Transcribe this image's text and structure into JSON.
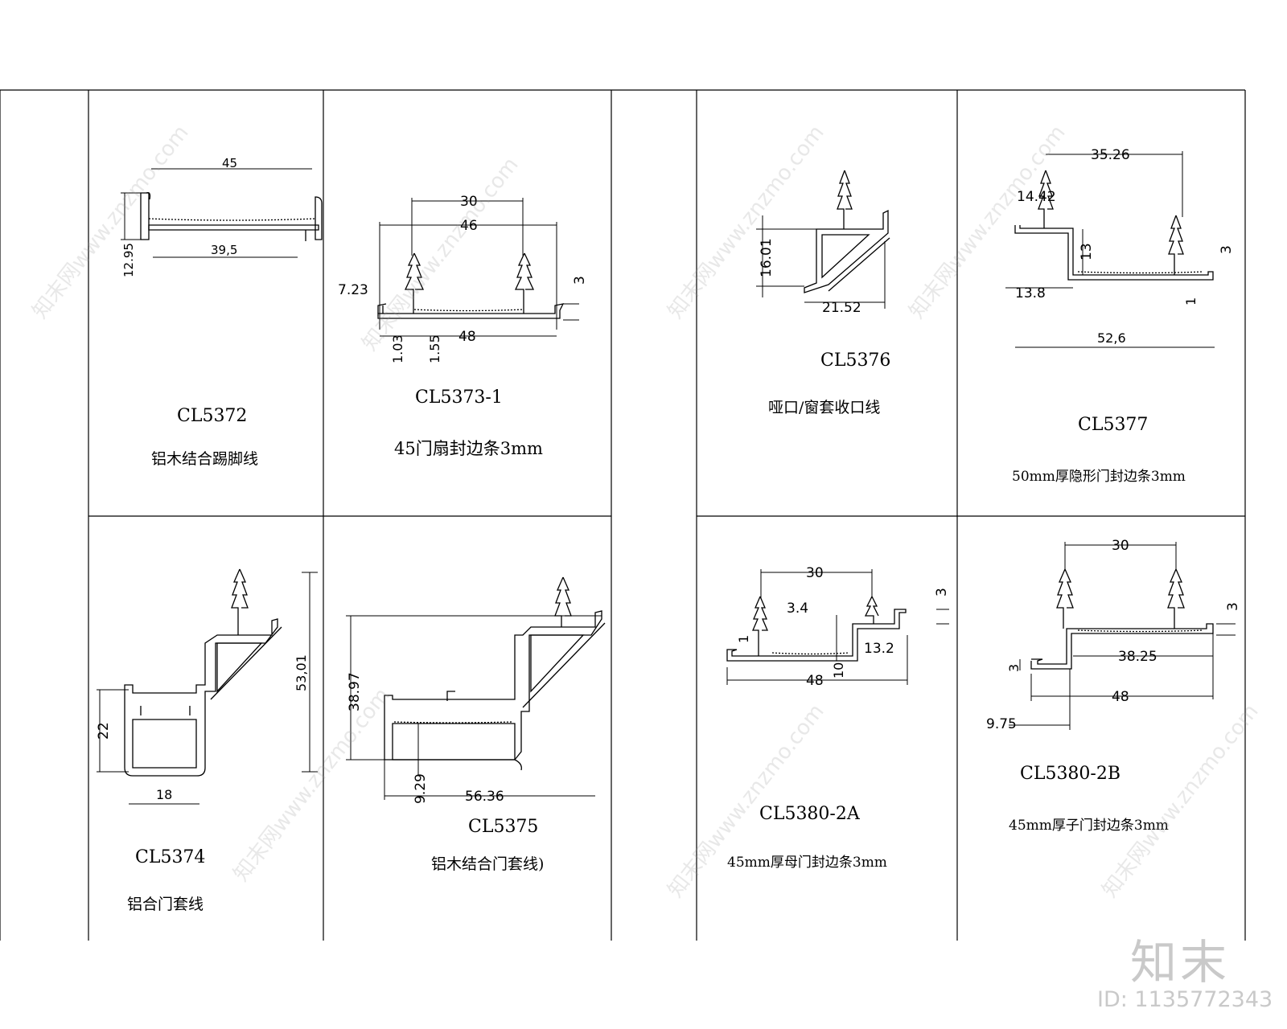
{
  "panels": [
    {
      "model": "CL5372",
      "desc": "铝木结合踢脚线",
      "dims": [
        "45",
        "39,5",
        "12.95"
      ]
    },
    {
      "model": "CL5373-1",
      "desc": "45门扇封边条3mm",
      "dims": [
        "30",
        "46",
        "7.23",
        "3",
        "48",
        "1.03",
        "1.55"
      ]
    },
    {
      "model": "CL5376",
      "desc": "哑口/窗套收口线",
      "dims": [
        "16.01",
        "21.52"
      ]
    },
    {
      "model": "CL5377",
      "desc": "50mm厚隐形门封边条3mm",
      "dims": [
        "35.26",
        "14.42",
        "13",
        "3",
        "13.8",
        "1",
        "52,6"
      ]
    },
    {
      "model": "CL5374",
      "desc": "铝合门套线",
      "dims": [
        "22",
        "18",
        "53,01"
      ]
    },
    {
      "model": "CL5375",
      "desc": "铝木结合门套线)",
      "dims": [
        "38.97",
        "9.29",
        "56.36"
      ]
    },
    {
      "model": "CL5380-2A",
      "desc": "45mm厚母门封边条3mm",
      "dims": [
        "30",
        "3.4",
        "3",
        "1",
        "13.2",
        "10",
        "48"
      ]
    },
    {
      "model": "CL5380-2B",
      "desc": "45mm厚子门封边条3mm",
      "dims": [
        "30",
        "3",
        "38.25",
        "3",
        "48",
        "9.75"
      ]
    }
  ],
  "watermark": {
    "logo": "知末",
    "id": "ID: 1135772343",
    "stamp": "知末网www.znzmo.com"
  }
}
